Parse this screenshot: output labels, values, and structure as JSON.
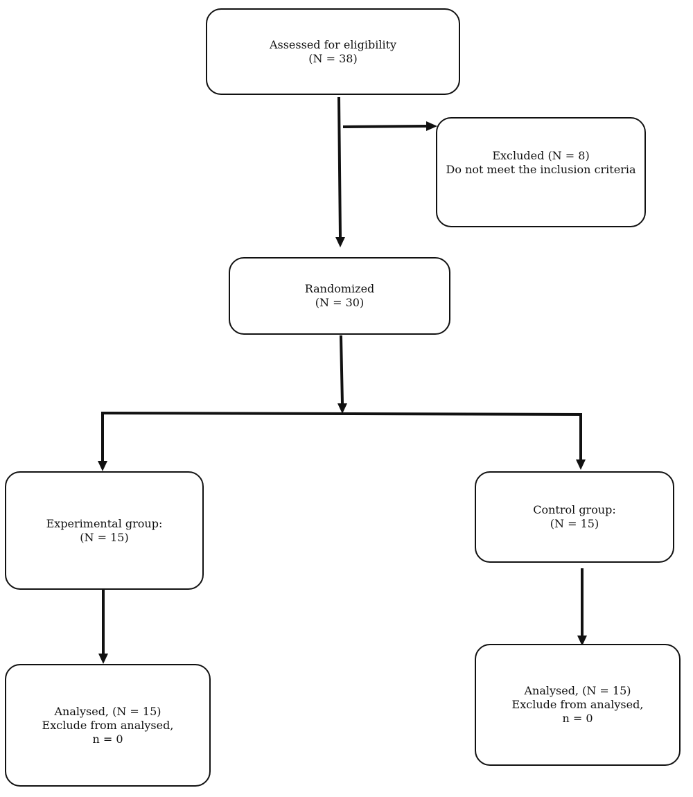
{
  "flowchart": {
    "assessed": {
      "label": "Assessed for eligibility",
      "count": "(N = 38)"
    },
    "excluded": {
      "label": "Excluded (N = 8)",
      "reason": "Do not meet the inclusion criteria"
    },
    "randomized": {
      "label": "Randomized",
      "count": "(N = 30)"
    },
    "experimental": {
      "label": "Experimental group:",
      "count": "(N = 15)"
    },
    "control": {
      "label": "Control group:",
      "count": "(N = 15)"
    },
    "analysed_experimental": {
      "label": "Analysed, (N = 15)",
      "excluded": "Exclude from analysed,",
      "excluded_count": "n = 0"
    },
    "analysed_control": {
      "label": "Analysed, (N = 15)",
      "excluded": "Exclude from analysed,",
      "excluded_count": "n = 0"
    }
  },
  "colors": {
    "stroke": "#111111",
    "background": "#ffffff"
  }
}
